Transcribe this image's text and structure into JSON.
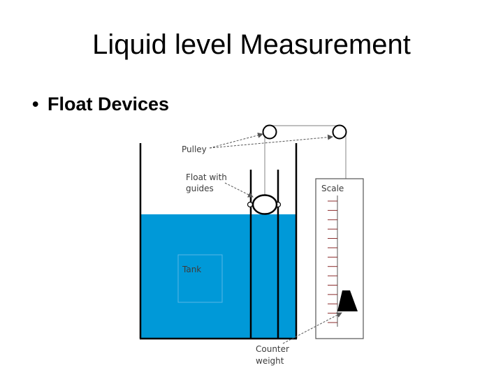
{
  "slide": {
    "title": "Liquid level Measurement",
    "bullet": "Float Devices"
  },
  "diagram": {
    "labels": {
      "pulley": "Pulley",
      "float_line1": "Float with",
      "float_line2": "guides",
      "scale": "Scale",
      "tank": "Tank",
      "counter_line1": "Counter",
      "counter_line2": "weight"
    },
    "colors": {
      "liquid": "#0099d8",
      "outline": "#000000",
      "cable": "#999999",
      "scale_ticks": "#8a2b2b",
      "label_text": "#3c3c3c"
    },
    "scale_tick_count": 14
  }
}
